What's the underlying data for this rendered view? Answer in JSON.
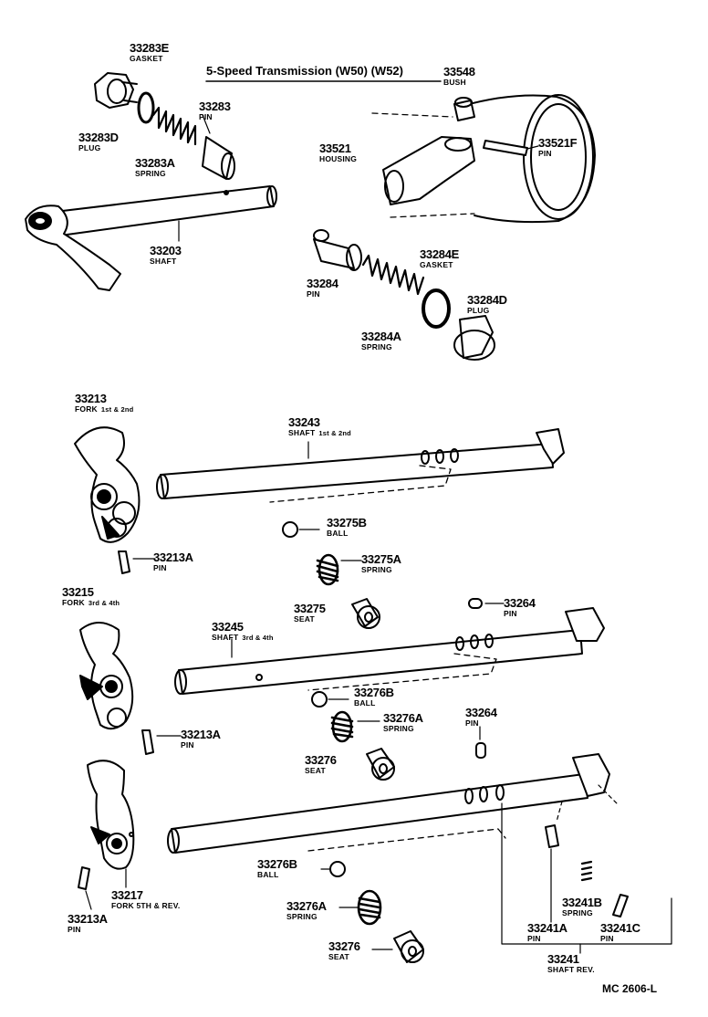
{
  "title": "5-Speed Transmission (W50) (W52)",
  "catalog_code": "MC  2606-L",
  "parts": [
    {
      "number": "33283E",
      "name": "GASKET"
    },
    {
      "number": "33283D",
      "name": "PLUG"
    },
    {
      "number": "33283",
      "name": "PIN"
    },
    {
      "number": "33283A",
      "name": "SPRING"
    },
    {
      "number": "33203",
      "name": "SHAFT"
    },
    {
      "number": "33548",
      "name": "BUSH"
    },
    {
      "number": "33521",
      "name": "HOUSING"
    },
    {
      "number": "33521F",
      "name": "PIN"
    },
    {
      "number": "33284E",
      "name": "GASKET"
    },
    {
      "number": "33284",
      "name": "PIN"
    },
    {
      "number": "33284D",
      "name": "PLUG"
    },
    {
      "number": "33284A",
      "name": "SPRING"
    },
    {
      "number": "33213",
      "name": "FORK",
      "detail": "1st & 2nd"
    },
    {
      "number": "33243",
      "name": "SHAFT",
      "detail": "1st & 2nd"
    },
    {
      "number": "33275B",
      "name": "BALL"
    },
    {
      "number": "33213A",
      "name": "PIN"
    },
    {
      "number": "33275A",
      "name": "SPRING"
    },
    {
      "number": "33215",
      "name": "FORK",
      "detail": "3rd & 4th"
    },
    {
      "number": "33275",
      "name": "SEAT"
    },
    {
      "number": "33264",
      "name": "PIN"
    },
    {
      "number": "33245",
      "name": "SHAFT",
      "detail": "3rd & 4th"
    },
    {
      "number": "33276B",
      "name": "BALL"
    },
    {
      "number": "33276A",
      "name": "SPRING"
    },
    {
      "number": "33264",
      "name": "PIN"
    },
    {
      "number": "33213A",
      "name": "PIN"
    },
    {
      "number": "33276",
      "name": "SEAT"
    },
    {
      "number": "33276B",
      "name": "BALL"
    },
    {
      "number": "33217",
      "name": "FORK 5TH & REV."
    },
    {
      "number": "33241B",
      "name": "SPRING"
    },
    {
      "number": "33213A",
      "name": "PIN"
    },
    {
      "number": "33276A",
      "name": "SPRING"
    },
    {
      "number": "33241A",
      "name": "PIN"
    },
    {
      "number": "33241C",
      "name": "PIN"
    },
    {
      "number": "33276",
      "name": "SEAT"
    },
    {
      "number": "33241",
      "name": "SHAFT REV."
    }
  ]
}
